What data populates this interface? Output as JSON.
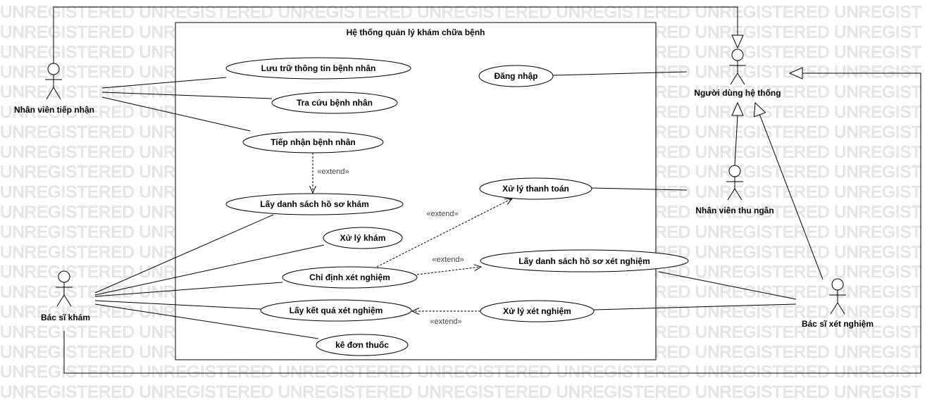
{
  "watermark": "UNREGISTERED",
  "system": {
    "title": "Hệ thống quản lý khám chữa bệnh"
  },
  "actors": [
    {
      "name": "Nhân viên tiếp nhận"
    },
    {
      "name": "Bác sĩ khám"
    },
    {
      "name": "Người dùng hệ thống"
    },
    {
      "name": "Nhân viên thu ngân"
    },
    {
      "name": "Bác sĩ xét nghiệm"
    }
  ],
  "use_cases": [
    {
      "name": "Lưu trữ thông tin bệnh nhân"
    },
    {
      "name": "Tra cứu bệnh nhân"
    },
    {
      "name": "Tiếp nhận bệnh nhân"
    },
    {
      "name": "Lấy danh sách hồ sơ khám"
    },
    {
      "name": "Xử lý khám"
    },
    {
      "name": "Chỉ định xét nghiệm"
    },
    {
      "name": "Lấy kết quả xét nghiệm"
    },
    {
      "name": "kê đơn thuốc"
    },
    {
      "name": "Đăng nhập"
    },
    {
      "name": "Xử lý thanh toán"
    },
    {
      "name": "Lấy danh sách hồ sơ xét nghiệm"
    },
    {
      "name": "Xử lý xét nghiệm"
    }
  ],
  "associations": [
    {
      "actor": 0,
      "use_case": 0
    },
    {
      "actor": 0,
      "use_case": 1
    },
    {
      "actor": 0,
      "use_case": 2
    },
    {
      "actor": 1,
      "use_case": 3
    },
    {
      "actor": 1,
      "use_case": 4
    },
    {
      "actor": 1,
      "use_case": 5
    },
    {
      "actor": 1,
      "use_case": 6
    },
    {
      "actor": 1,
      "use_case": 7
    },
    {
      "actor": 2,
      "use_case": 8
    },
    {
      "actor": 3,
      "use_case": 9
    },
    {
      "actor": 4,
      "use_case": 10
    },
    {
      "actor": 4,
      "use_case": 11
    }
  ],
  "extends": [
    {
      "from": 2,
      "to": 3,
      "label": "«extend»"
    },
    {
      "from": 5,
      "to": 9,
      "label": "«extend»"
    },
    {
      "from": 5,
      "to": 10,
      "label": "«extend»"
    },
    {
      "from": 11,
      "to": 6,
      "label": "«extend»"
    }
  ],
  "generalizations": [
    {
      "child": 0,
      "parent": 2
    },
    {
      "child": 3,
      "parent": 2
    },
    {
      "child": 4,
      "parent": 2
    },
    {
      "child": 1,
      "parent": 2
    }
  ],
  "colors": {
    "line": "#000000",
    "fill": "#ffffff",
    "watermark": "#ececec",
    "extend_label": "#444444"
  }
}
